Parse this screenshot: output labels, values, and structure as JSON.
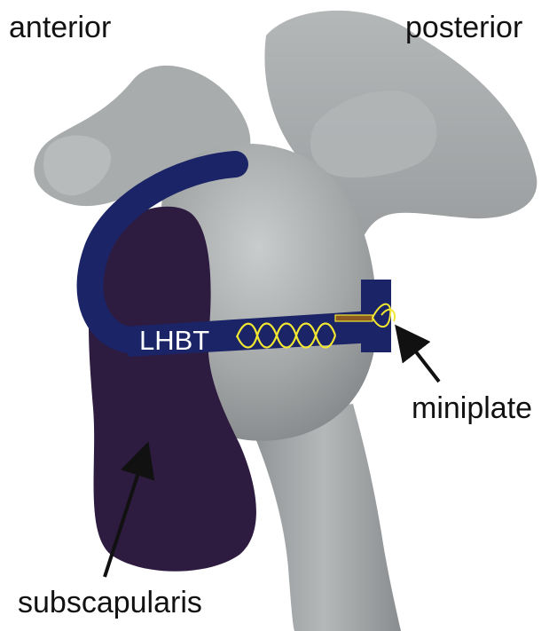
{
  "labels": {
    "anterior": "anterior",
    "posterior": "posterior",
    "lhbt": "LHBT",
    "miniplate": "miniplate",
    "subscapularis": "subscapularis"
  },
  "colors": {
    "bone": "#a9acad",
    "bone_shadow": "#8c8f91",
    "bone_highlight": "#cfd2d3",
    "tendon": "#1a2466",
    "muscle": "#2e1b40",
    "suture": "#f2e733",
    "arrow": "#111111",
    "background": "#ffffff"
  }
}
